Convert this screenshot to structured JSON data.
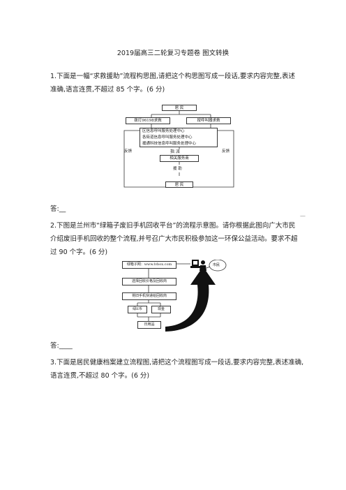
{
  "doc": {
    "title": "2019届高三二轮复习专题卷  图文转换",
    "q1": {
      "line1": "1.下面是一幅“求救援助”流程构思图,请把这个构思图写成一段话,要求内容完整,表述",
      "line2": "准确,语言连贯,不超过 85 个字。(6 分)",
      "answer": "答:__"
    },
    "dash_mark": "—",
    "q2": {
      "line1": "2.下图是兰州市“绿箱子废旧手机回收平台”的流程示意图。请你根据此图向广大市民",
      "line2": "介绍废旧手机回收的整个流程,并号召广大市民积极参加这一环保公益活动。要求不超",
      "line3": "过 90 个字。(6 分)",
      "answer": "答:____"
    },
    "q3": {
      "line1": "3.下面是居民健康档案建立流程图,请把这个流程图写成一段话,要求内容完整,表述准确,",
      "line2": "语言连贯,不超过 80 个字。(6 分)"
    }
  },
  "flow1": {
    "resident_top": "居 民",
    "dial": "拨打96198求救",
    "press": "按呼叫器求救",
    "center1": "区信息呼叫服务处理中心",
    "center2": "各街道信息呼叫服务处理中心",
    "center3": "援通科技信息呼叫服务处理中心",
    "dispatch": "指 派",
    "agency": "相关服务商",
    "assist": "援 助",
    "resident_bottom": "居 民",
    "feedback_left": "反馈",
    "feedback_right": "反馈"
  },
  "flow2": {
    "site": "绿箱子网：www.lvbox.com",
    "select": "选择回收价格及回收商",
    "send": "将旧手机快递给回收商",
    "green_coin": "绿E币",
    "cash": "现金",
    "daily": "日用品",
    "citizen": "市民"
  }
}
